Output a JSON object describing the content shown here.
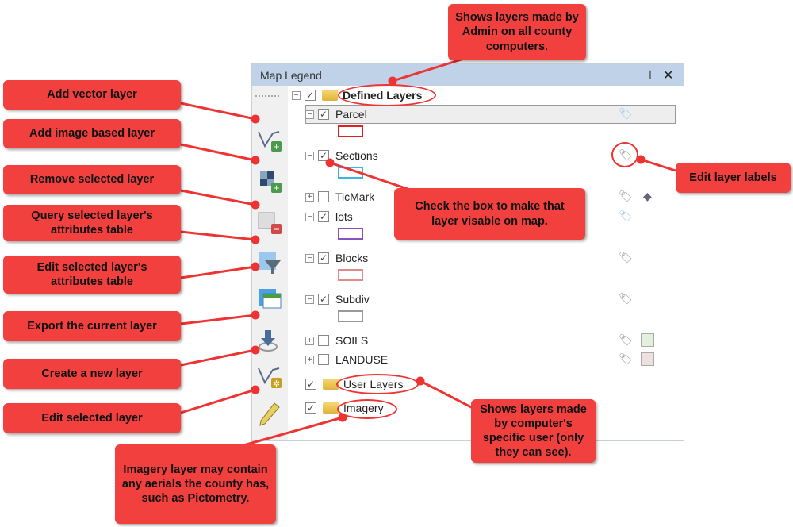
{
  "panel": {
    "title": "Map Legend",
    "pin_icon": "pin-icon",
    "close_icon": "close-icon"
  },
  "toolbar": [
    "Add vector layer",
    "Add image based layer",
    "Remove selected layer",
    "Query selected layer's attributes table",
    "Edit selected layer's attributes table",
    "Export the current layer",
    "Create a new layer",
    "Edit selected layer"
  ],
  "groups": {
    "defined": "Defined Layers",
    "user": "User Layers",
    "imagery": "Imagery"
  },
  "layers": [
    {
      "name": "Parcel",
      "checked": true,
      "expanded": true,
      "swatch": "#e02020"
    },
    {
      "name": "Sections",
      "checked": true,
      "expanded": true,
      "swatch": "#38b6e8"
    },
    {
      "name": "TicMark",
      "checked": false,
      "expanded": false
    },
    {
      "name": "lots",
      "checked": true,
      "expanded": true,
      "swatch": "#8a4fc0"
    },
    {
      "name": "Blocks",
      "checked": true,
      "expanded": true,
      "swatch": "#e08a8a"
    },
    {
      "name": "Subdiv",
      "checked": true,
      "expanded": true,
      "swatch": "#999999"
    },
    {
      "name": "SOILS",
      "checked": false,
      "expanded": false,
      "swatch": "#e2f0dc"
    },
    {
      "name": "LANDUSE",
      "checked": false,
      "expanded": false,
      "swatch": "#efe0e0"
    }
  ],
  "callouts": {
    "add_vector": "Add vector layer",
    "add_image": "Add image based layer",
    "remove": "Remove selected layer",
    "query": "Query selected layer's attributes table",
    "edit_attr": "Edit selected layer's attributes table",
    "export": "Export the current layer",
    "create": "Create a new layer",
    "edit_layer": "Edit selected layer",
    "admin": "Shows layers made by Admin on all county computers.",
    "labels": "Edit layer labels",
    "checkbox": "Check the box to make that layer visable on map.",
    "user": "Shows layers made by computer's specific user (only they can see).",
    "imagery": "Imagery layer may contain any aerials the county has, such as Pictometry."
  },
  "colors": {
    "callout": "#f2403f",
    "titlebar": "#bfd2e8"
  }
}
